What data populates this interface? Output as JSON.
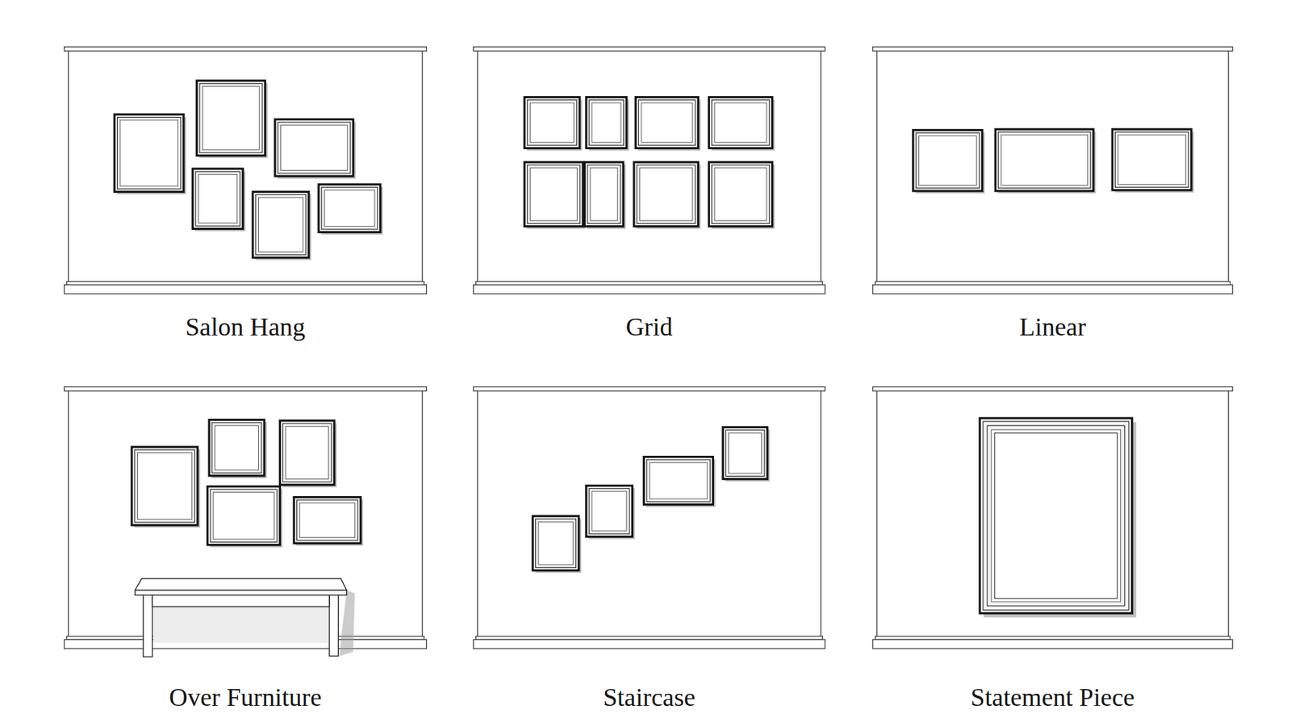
{
  "diagram": {
    "nodes": [
      {
        "text": [
          "Salon Hang"
        ]
      },
      {
        "text": [
          "Grid"
        ]
      },
      {
        "text": [
          "Linear"
        ]
      },
      {
        "text": [
          "Over Furniture"
        ]
      },
      {
        "text": [
          "Staircase"
        ]
      },
      {
        "text": [
          "Statement Piece"
        ]
      }
    ]
  }
}
